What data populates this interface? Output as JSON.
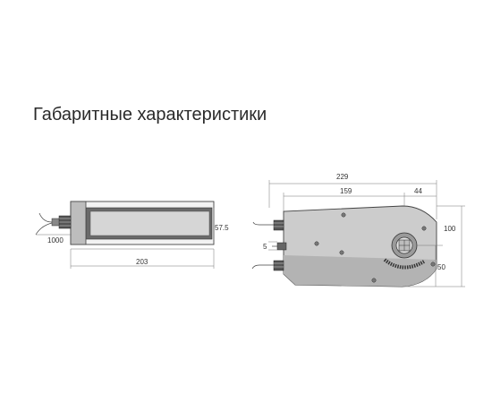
{
  "title": "Габаритные характеристики",
  "side_view": {
    "cable_length": "1000",
    "height": "57.5",
    "length": "203"
  },
  "front_view": {
    "total_length": "229",
    "body_length": "159",
    "hub_offset": "44",
    "height": "100",
    "hub_height": "50",
    "cable_gap": "5"
  },
  "colors": {
    "line": "#444444",
    "body_fill": "#c9c9c9",
    "body_fill_dark": "#a8a8a8",
    "text": "#2a2a2a"
  }
}
